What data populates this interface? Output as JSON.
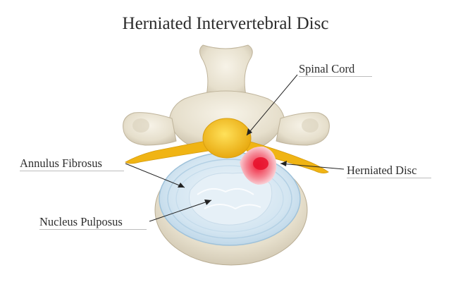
{
  "title": "Herniated Intervertebral Disc",
  "labels": {
    "spinal_cord": "Spinal Cord",
    "annulus_fibrosus": "Annulus Fibrosus",
    "herniated_disc": "Herniated Disc",
    "nucleus_pulposus": "Nucleus Pulposus"
  },
  "colors": {
    "bone": "#e9e3d3",
    "bone_shadow": "#c9bfa9",
    "spinal_cord": "#f5c11c",
    "nerve": "#f0b414",
    "disc_ring": "#c7dfee",
    "nucleus": "#ddeaf3",
    "herniation": "#ef3b4d",
    "leader": "#222222"
  }
}
